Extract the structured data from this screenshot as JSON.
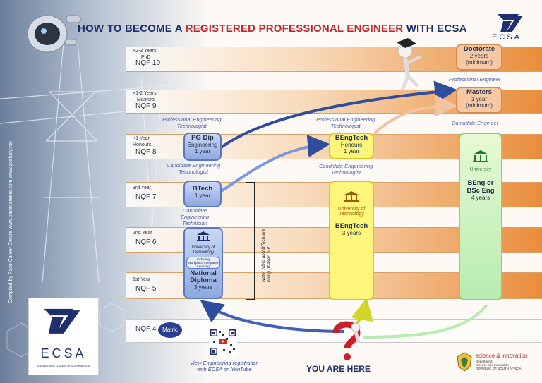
{
  "title": {
    "prefix": "HOW TO BECOME A ",
    "highlight": "REGISTERED PROFESSIONAL ENGINEER",
    "suffix": " WITH ECSA"
  },
  "logo_top": "ECSA",
  "bands": [
    {
      "years": "+2-3 Years",
      "level": "PhD",
      "nqf": "NQF 10"
    },
    {
      "years": "+1-2 Years",
      "level": "Masters",
      "nqf": "NQF 9"
    },
    {
      "years": "+1 Year",
      "level": "Honours",
      "nqf": "NQF 8"
    },
    {
      "years": "3rd Year",
      "level": "",
      "nqf": "NQF 7"
    },
    {
      "years": "2nd Year",
      "level": "",
      "nqf": "NQF 6"
    },
    {
      "years": "1st Year",
      "level": "",
      "nqf": "NQF 5"
    }
  ],
  "nqf4": "NQF 4",
  "matric": "Matric",
  "boxes": {
    "pgdip": {
      "title": "PG Dip",
      "line1": "Engineering",
      "line2": "1 year"
    },
    "btech": {
      "title": "BTech",
      "line1": "1 year"
    },
    "diploma": {
      "inst1": "University of",
      "inst2": "Technology",
      "wil1": "Including",
      "wil2": "Workplace Integrated",
      "wil3": "Learning",
      "title1": "National",
      "title2": "Diploma",
      "line1": "3 years"
    },
    "bengtech_hons": {
      "title": "BEngTech",
      "line1": "Honours",
      "line2": "1 year"
    },
    "bengtech": {
      "inst1": "University of",
      "inst2": "Technology",
      "title": "BEngTech",
      "line1": "3 years"
    },
    "beng": {
      "inst": "University",
      "title1": "BEng or",
      "title2": "BSc Eng",
      "line1": "4 years"
    },
    "doctorate": {
      "title": "Doctorate",
      "line1": "2 years",
      "line2": "(minimum)"
    },
    "masters": {
      "title": "Masters",
      "line1": "1 year",
      "line2": "(minimum)"
    }
  },
  "notes": {
    "pet_left_1": "Professional Engineering",
    "pet_left_2": "Technologist",
    "cet_left_1": "Candidate Engineering",
    "cet_left_2": "Technologist",
    "cetech_1": "Candidate",
    "cetech_2": "Engineering",
    "cetech_3": "Technician",
    "pet_mid_1": "Professional Engineering",
    "pet_mid_2": "Technologist",
    "cet_mid_1": "Candidate Engineering",
    "cet_mid_2": "Technologist",
    "pro_eng": "Professional Engineer",
    "cand_eng": "Candidate Engineer",
    "phase_1": "Note: NDip and BTech are",
    "phase_2": "being phased out"
  },
  "side_credit": "Compiled by Pace Career Centre   www.pacecareers.com   www.gostudy.net",
  "youtube_1": "View Engineering registration",
  "youtube_2": "with ECSA on YouTube",
  "you_are_here": "YOU ARE HERE",
  "ecsa_logo": {
    "name": "ECSA",
    "sub": "ENGINEERING COUNCIL OF SOUTH AFRICA"
  },
  "dsi": {
    "name": "science & innovation",
    "line1": "Department:",
    "line2": "Science and Innovation",
    "line3": "REPUBLIC OF SOUTH AFRICA"
  },
  "colors": {
    "navy": "#1e2f6b",
    "red": "#c0262c",
    "blue_box": "#8fa9df",
    "yellow_box": "#fdf67a",
    "green_box": "#b6ecb2",
    "orange_band": "#e98d3b"
  }
}
